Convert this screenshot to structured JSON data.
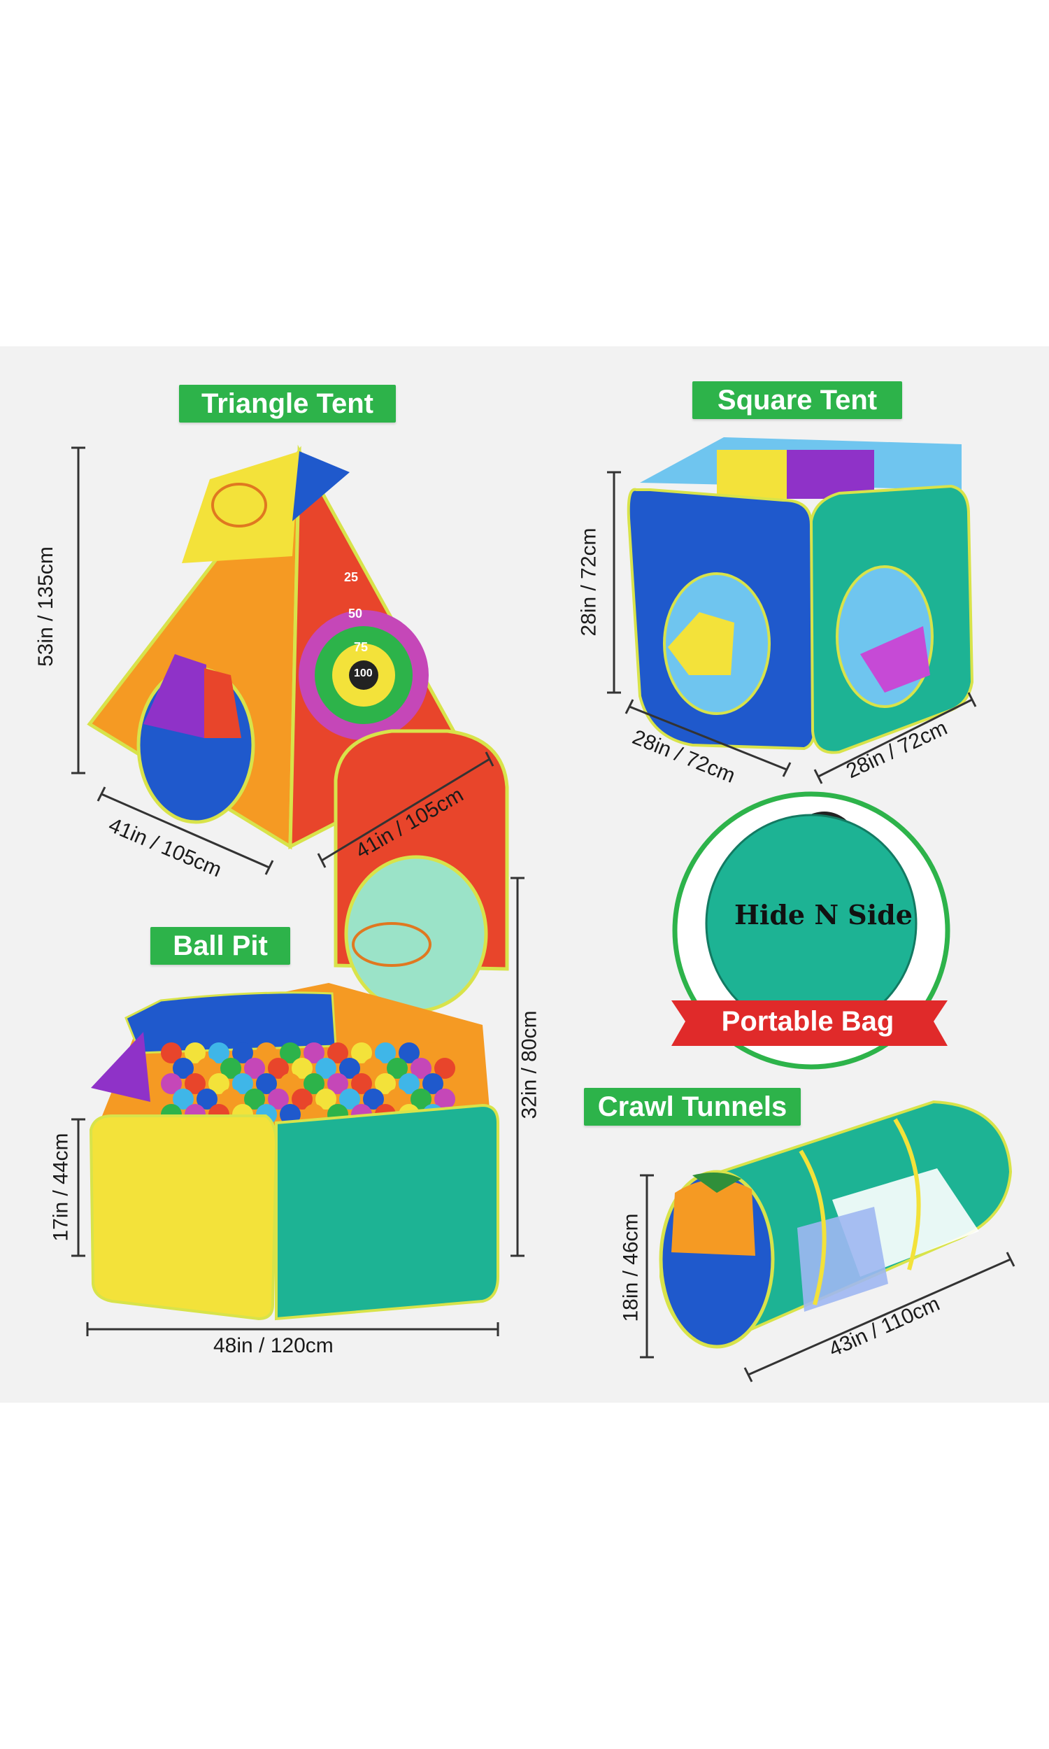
{
  "labels": {
    "triangle_tent": "Triangle Tent",
    "square_tent": "Square Tent",
    "ball_pit": "Ball Pit",
    "crawl_tunnels": "Crawl Tunnels",
    "portable_bag": "Portable Bag"
  },
  "bag_brand": "Hide N Side",
  "target_numbers": [
    "25",
    "50",
    "75",
    "100"
  ],
  "dimensions": {
    "triangle_height": "53in  / 135cm",
    "triangle_left": "41in / 105cm",
    "triangle_right": "41in / 105cm",
    "square_height": "28in / 72cm",
    "square_left": "28in / 72cm",
    "square_right": "28in / 72cm",
    "ballpit_height": "17in  / 44cm",
    "ballpit_total_height": "32in  / 80cm",
    "ballpit_width": "48in  / 120cm",
    "tunnel_height": "18in  / 46cm",
    "tunnel_length": "43in / 110cm"
  },
  "colors": {
    "label_green": "#2db34a",
    "bag_red": "#e02a2a",
    "teal": "#1db394",
    "blue": "#1f59cc",
    "orange": "#f59a23",
    "red": "#e8452b",
    "yellow": "#f3e23a",
    "purple": "#8f32c8"
  }
}
